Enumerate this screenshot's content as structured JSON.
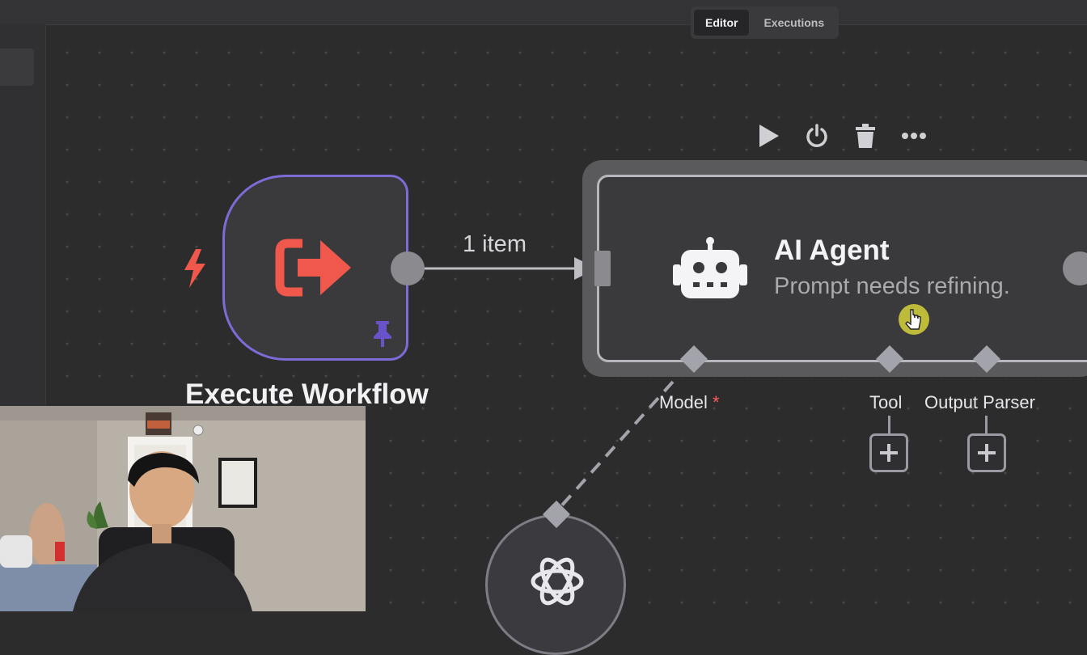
{
  "header": {
    "tabs": [
      {
        "label": "Editor",
        "active": true
      },
      {
        "label": "Executions",
        "active": false
      }
    ]
  },
  "node_toolbar": {
    "icons": [
      "play-icon",
      "power-icon",
      "trash-icon",
      "more-icon"
    ]
  },
  "nodes": {
    "execute_workflow": {
      "label": "Execute Workflow",
      "border_color": "#7d6bd6",
      "icon_color": "#f0584c",
      "icon": "sign-out-arrow-icon",
      "pin_icon": "pin-icon",
      "pin_color": "#6a52c8"
    },
    "connection": {
      "label": "1 item"
    },
    "ai_agent": {
      "title": "AI Agent",
      "subtitle": "Prompt needs refining.",
      "icon": "robot-icon",
      "inputs": [
        {
          "label": "Model",
          "required_marker": "*"
        },
        {
          "label": "Tool"
        },
        {
          "label": "Output Parser"
        }
      ]
    },
    "openai_model": {
      "icon": "openai-logo-icon"
    }
  },
  "colors": {
    "canvas_bg": "#2c2c2c",
    "accent_purple": "#7d6bd6",
    "trigger_red": "#f0584c",
    "required_red": "#ff5a5a"
  }
}
